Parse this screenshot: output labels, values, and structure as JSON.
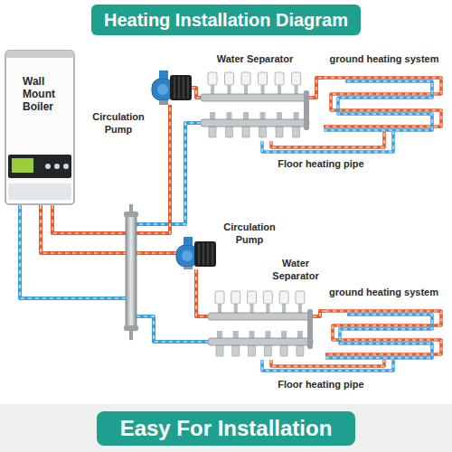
{
  "diagram": {
    "title": "Heating Installation Diagram",
    "caption": "Easy For Installation",
    "nodes": [
      {
        "text": [
          "Wall Mount Boiler"
        ]
      },
      {
        "text": [
          "Circulation Pump"
        ]
      },
      {
        "text": [
          "Water Separator"
        ]
      },
      {
        "text": [
          "ground heating system"
        ]
      },
      {
        "text": [
          "Circulation Pump"
        ]
      },
      {
        "text": [
          "Water Separator"
        ]
      },
      {
        "text": [
          "ground heating system"
        ]
      }
    ],
    "edges": [
      {
        "from": 0,
        "to": 1,
        "arrow": "none"
      },
      {
        "from": 1,
        "to": 2,
        "arrow": "none"
      },
      {
        "from": 2,
        "to": 3,
        "arrow": "none"
      },
      {
        "from": 0,
        "to": 4,
        "arrow": "none"
      },
      {
        "from": 4,
        "to": 5,
        "arrow": "none"
      },
      {
        "from": 5,
        "to": 6,
        "arrow": "none"
      }
    ],
    "labels": [
      "Floor heating pipe",
      "Floor heating pipe"
    ]
  }
}
